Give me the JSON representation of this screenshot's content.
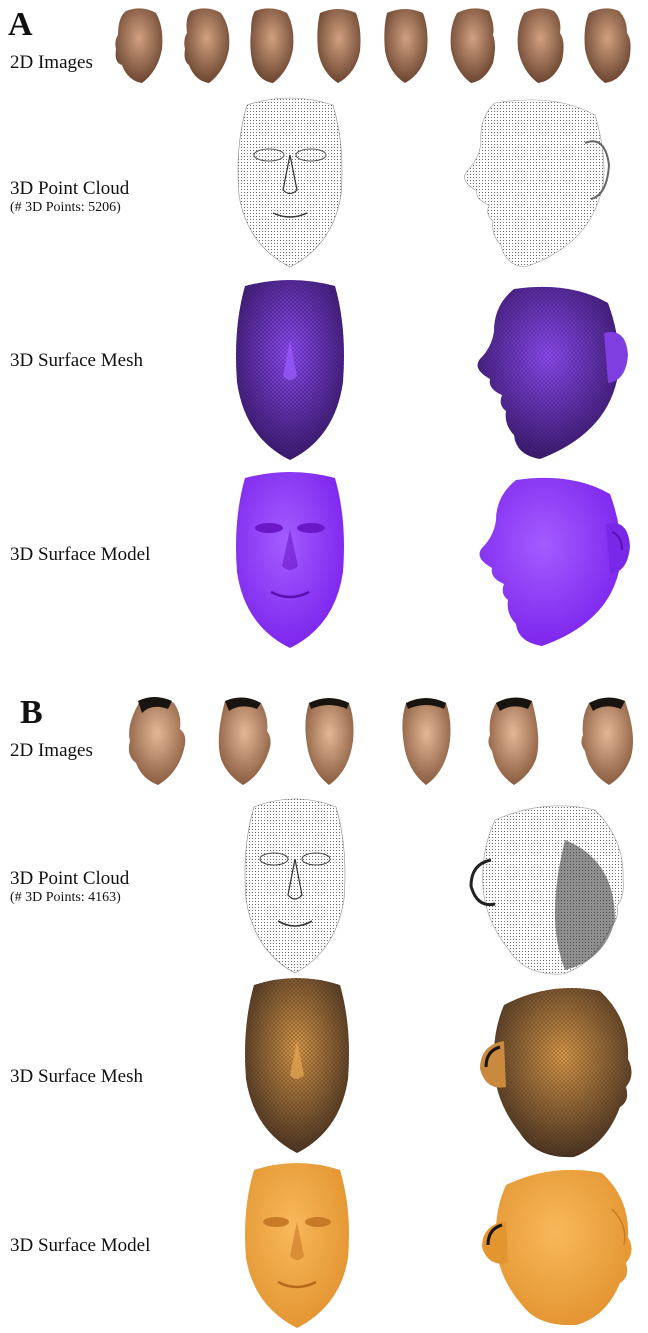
{
  "panels": [
    {
      "letter": "A",
      "rows": {
        "images": "2D Images",
        "cloud": "3D Point Cloud",
        "cloud_sub": "(# 3D Points: 5206)",
        "mesh": "3D Surface Mesh",
        "model": "3D Surface Model"
      },
      "colors": {
        "mesh": "#6a2ed0",
        "model": "#8b2cf5",
        "skin": "#b07a55"
      }
    },
    {
      "letter": "B",
      "rows": {
        "images": "2D Images",
        "cloud": "3D Point Cloud",
        "cloud_sub": "(# 3D Points: 4163)",
        "mesh": "3D Surface Mesh",
        "model": "3D Surface Model"
      },
      "colors": {
        "mesh": "#c8843a",
        "model": "#f0a540",
        "skin": "#c49370"
      }
    }
  ]
}
